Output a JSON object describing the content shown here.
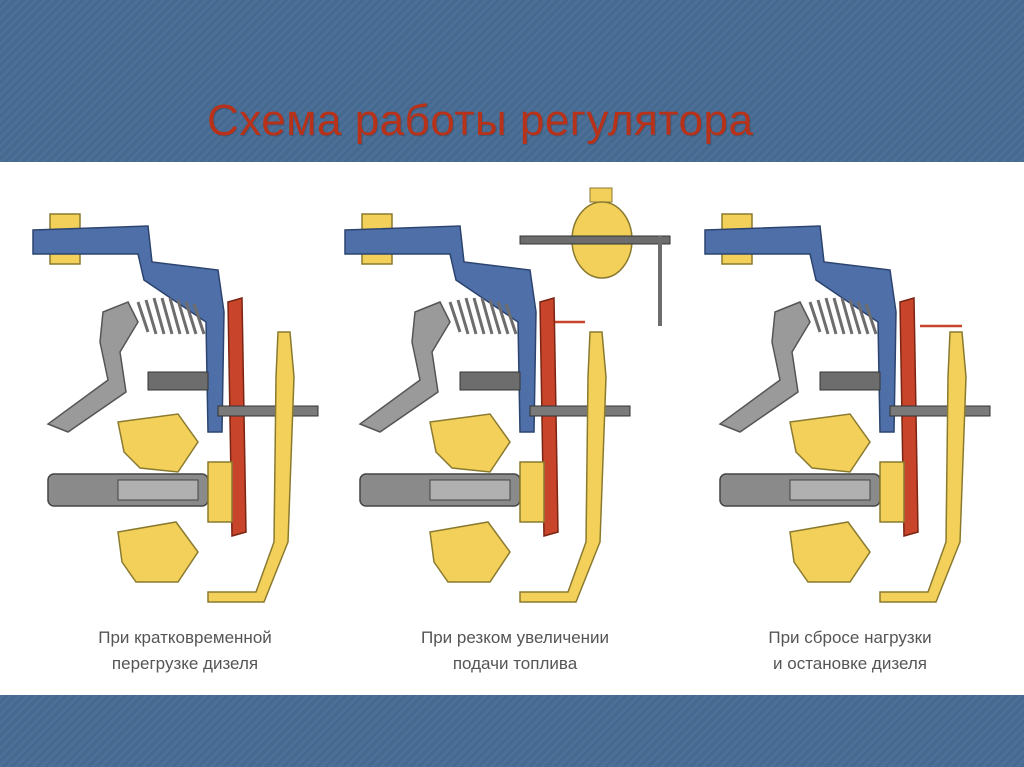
{
  "slide": {
    "title": "Схема работы регулятора",
    "title_color": "#b8321a",
    "background_color": "#4a6c93"
  },
  "diagrams": [
    {
      "caption_line1": "При кратковременной",
      "caption_line2": "перегрузке дизеля"
    },
    {
      "caption_line1": "При резком увеличении",
      "caption_line2": "подачи топлива"
    },
    {
      "caption_line1": "При сбросе нагрузки",
      "caption_line2": "и остановке дизеля"
    }
  ],
  "colors": {
    "lever_blue": "#4f6fa8",
    "flyweight_yellow": "#f2d05a",
    "rack_red": "#c8452c",
    "shaft_gray": "#8a8a8a",
    "spring_gray": "#9a9a9a"
  }
}
